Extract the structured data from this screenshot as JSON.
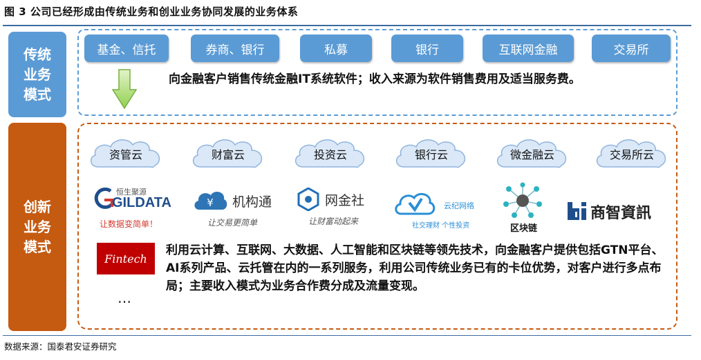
{
  "title": "图 3  公司已经形成由传统业务和创业业务协同发展的业务体系",
  "source": "数据来源：国泰君安证券研究",
  "traditional": {
    "label": "传统业务模式",
    "buttons": [
      "基金、信托",
      "券商、银行",
      "私募",
      "银行",
      "互联网金融",
      "交易所"
    ],
    "description": "向金融客户销售传统金融IT系统软件；收入来源为软件销售费用及适当服务费。"
  },
  "innovative": {
    "label": "创新业务模式",
    "clouds": [
      "资管云",
      "财富云",
      "投资云",
      "银行云",
      "微金融云",
      "交易所云"
    ],
    "logos": {
      "gildata_top": "恒生聚源",
      "gildata_name": "GILDATA",
      "gildata_slogan": "让数据变简单！",
      "jigoutong_name": "机构通",
      "jigoutong_slogan": "让交易更简单",
      "wangjinshe_name": "网金社",
      "wangjinshe_slogan": "让财富动起来",
      "yunji_name": "云纪网络",
      "yunji_slogan": "社交理财 个性投资",
      "blockchain_label": "区块链",
      "shangzhi_name": "商智資訊"
    },
    "fintech": "Fintech",
    "ellipsis": "…",
    "description": "利用云计算、互联网、大数据、人工智能和区块链等领先技术，向金融客户提供包括GTN平台、AI系列产品、云托管在内的一系列服务，利用公司传统业务已有的卡位优势，对客户进行多点布局；主要收入模式为业务合作费分成及流量变现。"
  },
  "colors": {
    "traditional_accent": "#5b9bd5",
    "innovative_accent": "#c55a11",
    "arrow_green": "#92d050",
    "fintech_red": "#c00000",
    "cloud_fill": "#dbe8f7"
  }
}
